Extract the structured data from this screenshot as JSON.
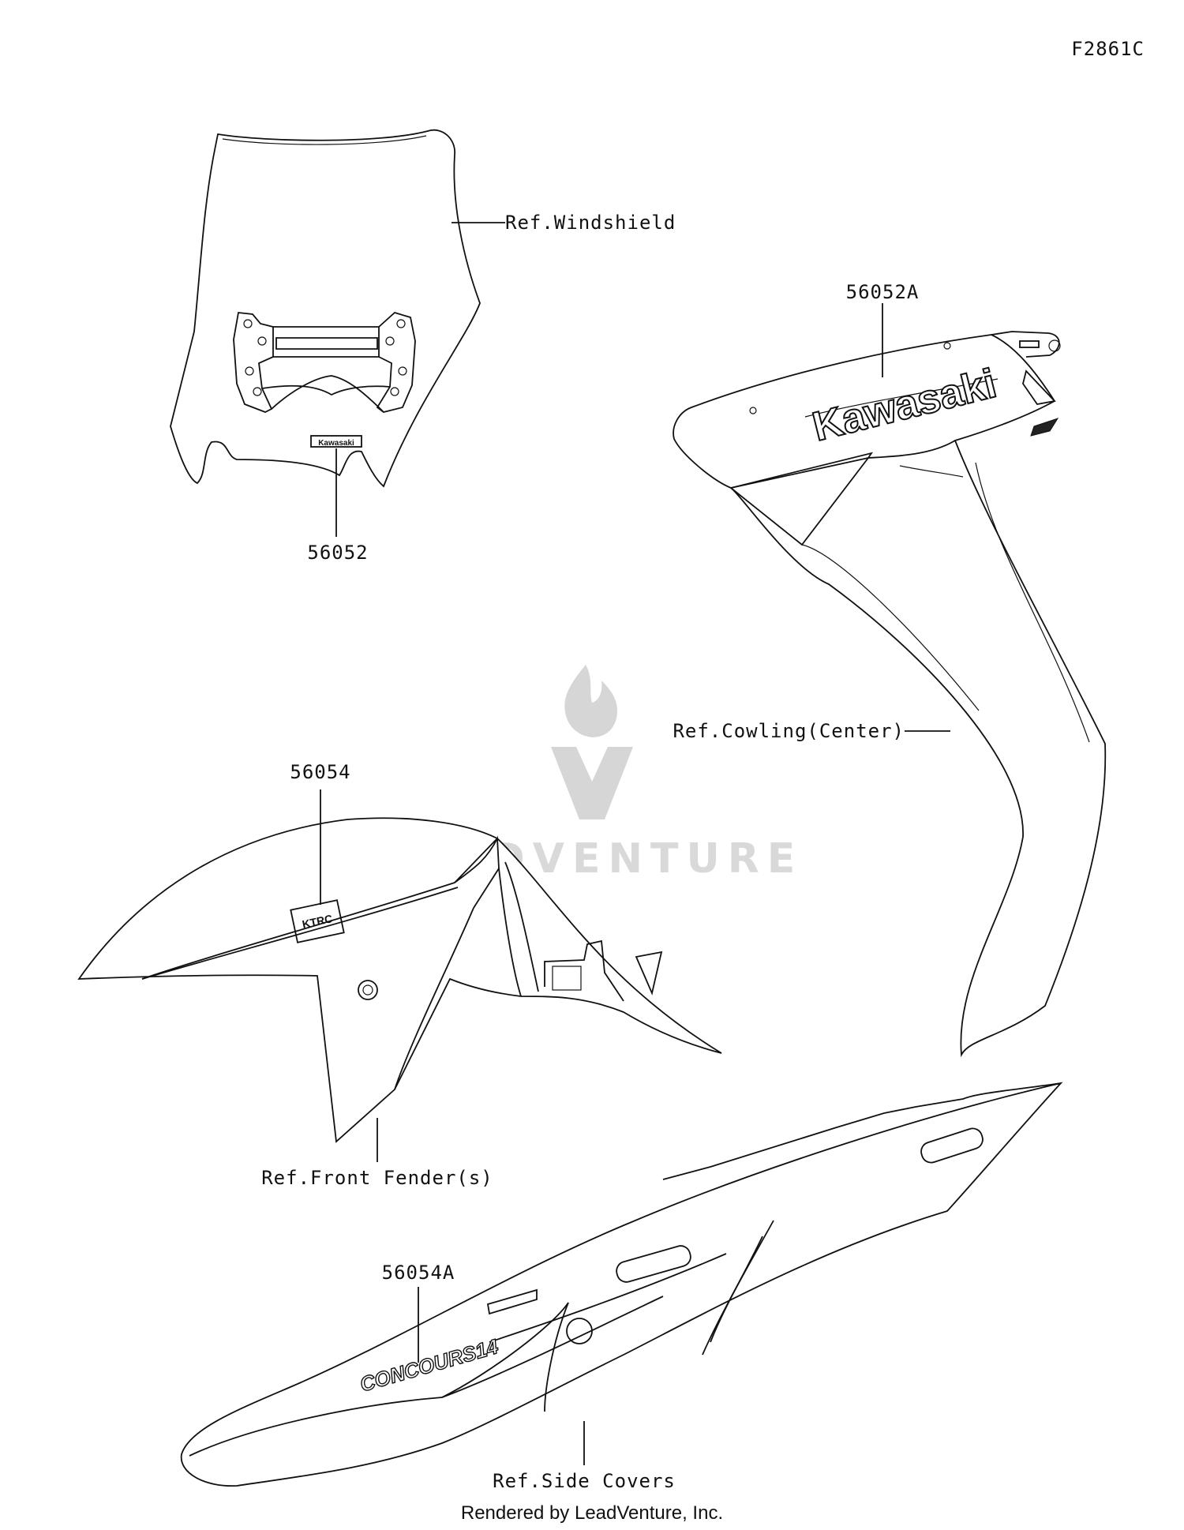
{
  "diagram_code": "F2861C",
  "labels": {
    "windshield_ref": "Ref.Windshield",
    "windshield_part": "56052",
    "cowling_part": "56052A",
    "cowling_ref": "Ref.Cowling(Center)",
    "fender_part": "56054",
    "fender_ref": "Ref.Front Fender(s)",
    "side_cover_part": "56054A",
    "side_cover_ref": "Ref.Side Covers"
  },
  "decals": {
    "cowling": "Kawasaki",
    "windshield": "Kawasaki",
    "fender_line1": "KTRC",
    "side_cover": "CONCOURS14"
  },
  "watermark": "LEADVENTURE",
  "footer": "Rendered by LeadVenture, Inc.",
  "colors": {
    "line": "#111111",
    "watermark": "#d6d6d6"
  }
}
